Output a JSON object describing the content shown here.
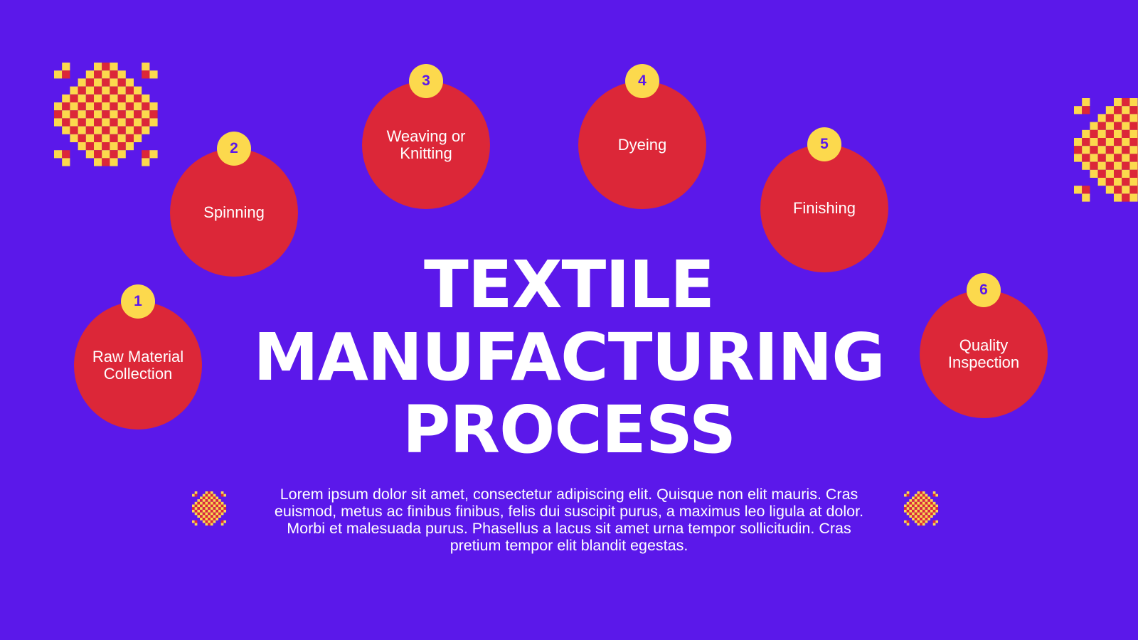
{
  "colors": {
    "background": "#5b18ea",
    "circle": "#dc2738",
    "badge": "#fcd94d",
    "badge_text": "#5b18ea",
    "text": "#ffffff"
  },
  "title": "TEXTILE\nMANUFACTURING\nPROCESS",
  "body": "Lorem ipsum dolor sit amet, consectetur adipiscing elit. Quisque non elit mauris. Cras euismod, metus ac finibus finibus, felis dui suscipit purus, a maximus leo ligula at dolor. Morbi et malesuada purus. Phasellus a lacus sit amet urna tempor sollicitudin. Cras pretium tempor elit blandit egestas.",
  "steps": [
    {
      "number": "1",
      "label": "Raw Material\nCollection"
    },
    {
      "number": "2",
      "label": "Spinning"
    },
    {
      "number": "3",
      "label": "Weaving or\nKnitting"
    },
    {
      "number": "4",
      "label": "Dyeing"
    },
    {
      "number": "5",
      "label": "Finishing"
    },
    {
      "number": "6",
      "label": "Quality\nInspection"
    }
  ]
}
